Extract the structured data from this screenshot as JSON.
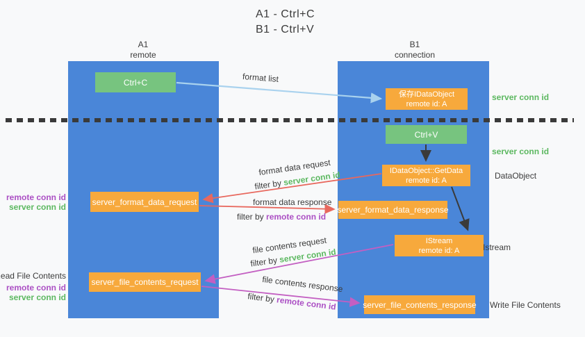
{
  "title": {
    "line1": "A1 - Ctrl+C",
    "line2": "B1 - Ctrl+V"
  },
  "columns": {
    "left": {
      "name": "A1",
      "role": "remote"
    },
    "right": {
      "name": "B1",
      "role": "connection"
    }
  },
  "nodes": {
    "ctrl_c": {
      "label": "Ctrl+C"
    },
    "save_dataobject": {
      "line1": "保存IDataObject",
      "line2": "remote id: A"
    },
    "ctrl_v": {
      "label": "Ctrl+V"
    },
    "getdata": {
      "line1": "IDataObject::GetData",
      "line2": "remote id: A"
    },
    "format_request": {
      "label": "server_format_data_request"
    },
    "format_response": {
      "label": "server_format_data_response"
    },
    "istream": {
      "line1": "IStream",
      "line2": "remote id: A"
    },
    "file_request": {
      "label": "server_file_contents_request"
    },
    "file_response": {
      "label": "server_file_contents_response"
    }
  },
  "flow_labels": {
    "format_list": "format list",
    "format_data_request": "format data request",
    "format_data_response": "format data response",
    "file_contents_request": "file contents request",
    "file_contents_response": "file contents response",
    "filter_by": "filter by",
    "server_conn_id": "server conn id",
    "remote_conn_id": "remote conn id"
  },
  "annotations": {
    "left_remote_conn_id": "remote conn id",
    "left_server_conn_id": "server conn id",
    "read_file_contents": "Read File Contents",
    "read_remote_conn_id": "remote conn id",
    "read_server_conn_id": "server conn id",
    "right_server_conn_id_top": "server conn id",
    "right_server_conn_id_mid": "server conn id",
    "dataobject": "DataObject",
    "istream": "Istream",
    "write_file_contents": "Write File Contents"
  },
  "colors": {
    "background": "#f8f9fa",
    "column_blue": "#4a86d8",
    "node_green": "#77c47f",
    "node_orange": "#f7a93c",
    "green_text": "#5cb860",
    "purple_text": "#ab4fc4",
    "dark_text": "#3b3b3b",
    "arrow_light_blue": "#a9d2ee",
    "arrow_black": "#3a3a3a",
    "arrow_red": "#e8685e",
    "arrow_magenta": "#c35fc2"
  }
}
